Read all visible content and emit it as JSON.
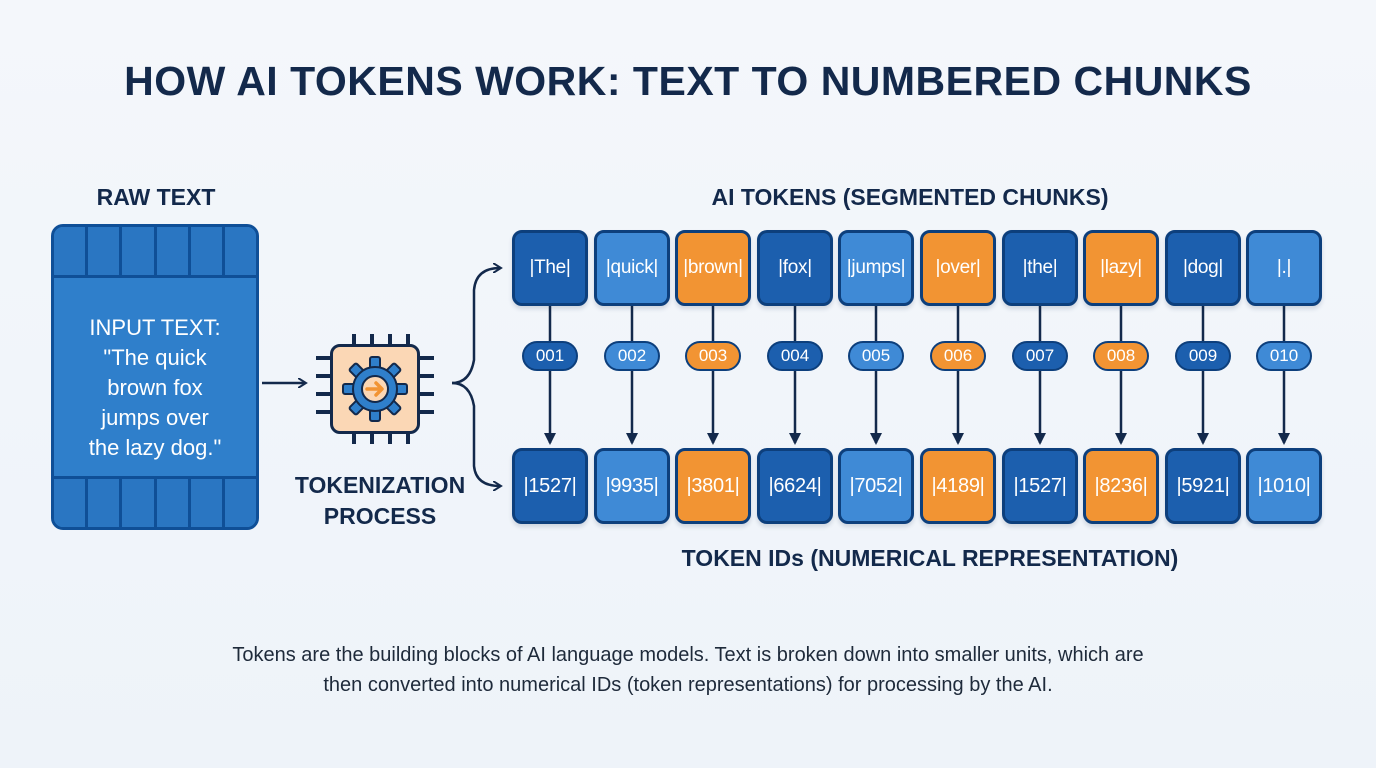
{
  "title": "HOW AI TOKENS WORK: TEXT TO NUMBERED CHUNKS",
  "raw": {
    "label": "RAW TEXT",
    "heading": "INPUT TEXT:",
    "lines": [
      "\"The quick",
      "brown fox",
      "jumps over",
      "the lazy dog.\""
    ]
  },
  "process": {
    "label": "TOKENIZATION PROCESS",
    "icon": "gear-arrow-chip-icon"
  },
  "tokens_label": "AI TOKENS (SEGMENTED CHUNKS)",
  "ids_label": "TOKEN IDs (NUMERICAL REPRESENTATION)",
  "colors": {
    "dark": "#1c5fae",
    "light": "#3f8ad6",
    "orange": "#f29433",
    "border": "#0d3f7c",
    "text": "#13294b"
  },
  "tokens": [
    {
      "text": "|The|",
      "index": "001",
      "id": "|1527|",
      "color": "dark"
    },
    {
      "text": "|quick|",
      "index": "002",
      "id": "|9935|",
      "color": "light"
    },
    {
      "text": "|brown|",
      "index": "003",
      "id": "|3801|",
      "color": "orange"
    },
    {
      "text": "|fox|",
      "index": "004",
      "id": "|6624|",
      "color": "dark"
    },
    {
      "text": "|jumps|",
      "index": "005",
      "id": "|7052|",
      "color": "light"
    },
    {
      "text": "|over|",
      "index": "006",
      "id": "|4189|",
      "color": "orange"
    },
    {
      "text": "|the|",
      "index": "007",
      "id": "|1527|",
      "color": "dark"
    },
    {
      "text": "|lazy|",
      "index": "008",
      "id": "|8236|",
      "color": "orange"
    },
    {
      "text": "|dog|",
      "index": "009",
      "id": "|5921|",
      "color": "dark"
    },
    {
      "text": "|.|",
      "index": "010",
      "id": "|1010|",
      "color": "light"
    }
  ],
  "caption": [
    "Tokens are the building blocks of AI language models. Text is broken down into smaller units, which are",
    "then converted into numerical IDs (token representations) for processing by the AI."
  ]
}
